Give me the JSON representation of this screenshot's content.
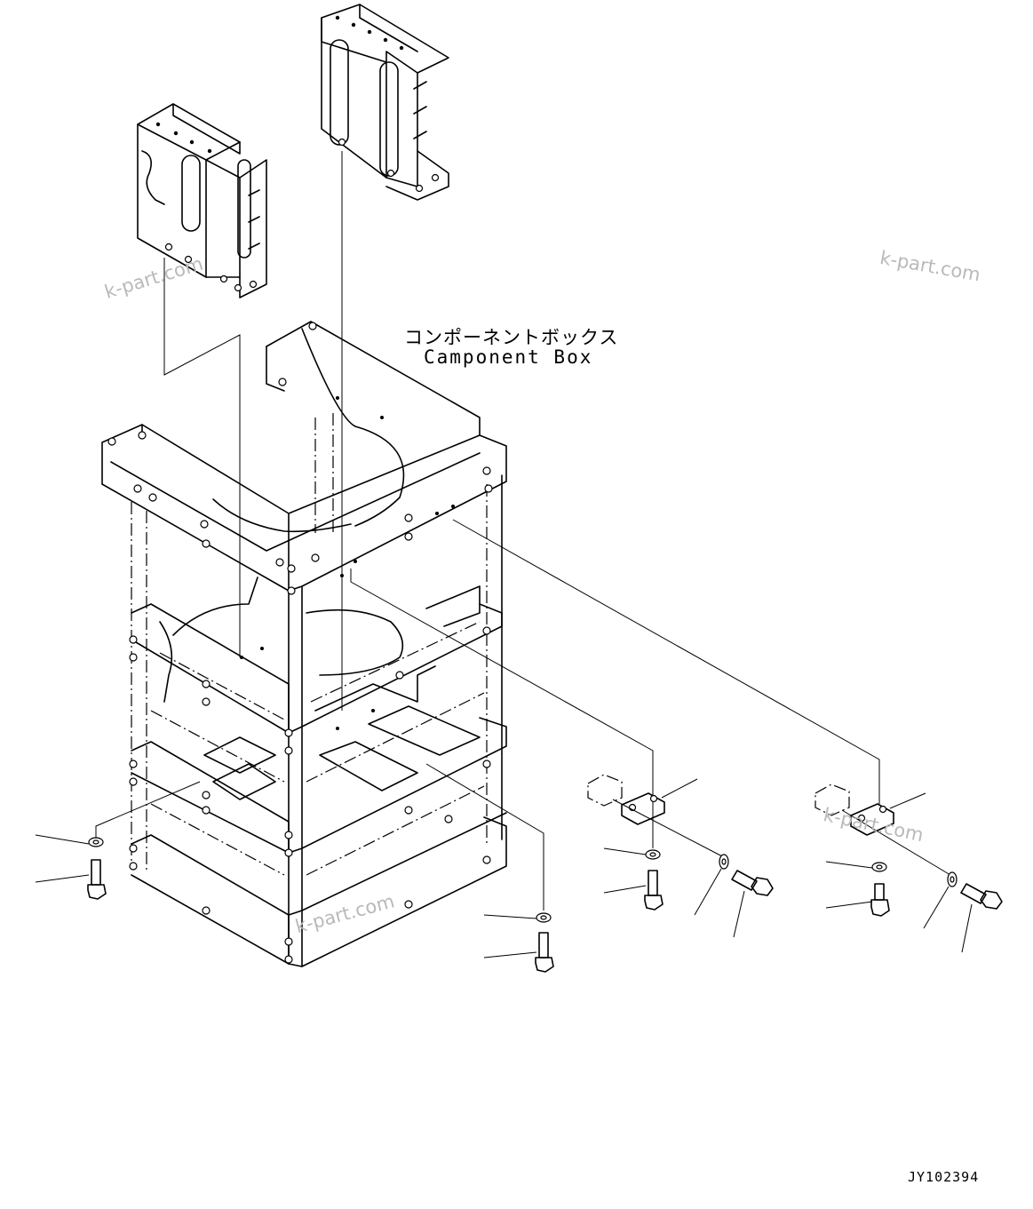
{
  "labels": {
    "component_box_ja": "コンポーネントボックス",
    "component_box_en": "Camponent Box",
    "drawing_number": "JY102394"
  },
  "watermarks": [
    "k-part.com",
    "k-part.com",
    "k-part.com",
    "k-part.com"
  ],
  "icons": [
    "component-box-frame",
    "upper-left-bracket",
    "upper-right-bracket",
    "mount-bracket",
    "bolt",
    "washer"
  ]
}
